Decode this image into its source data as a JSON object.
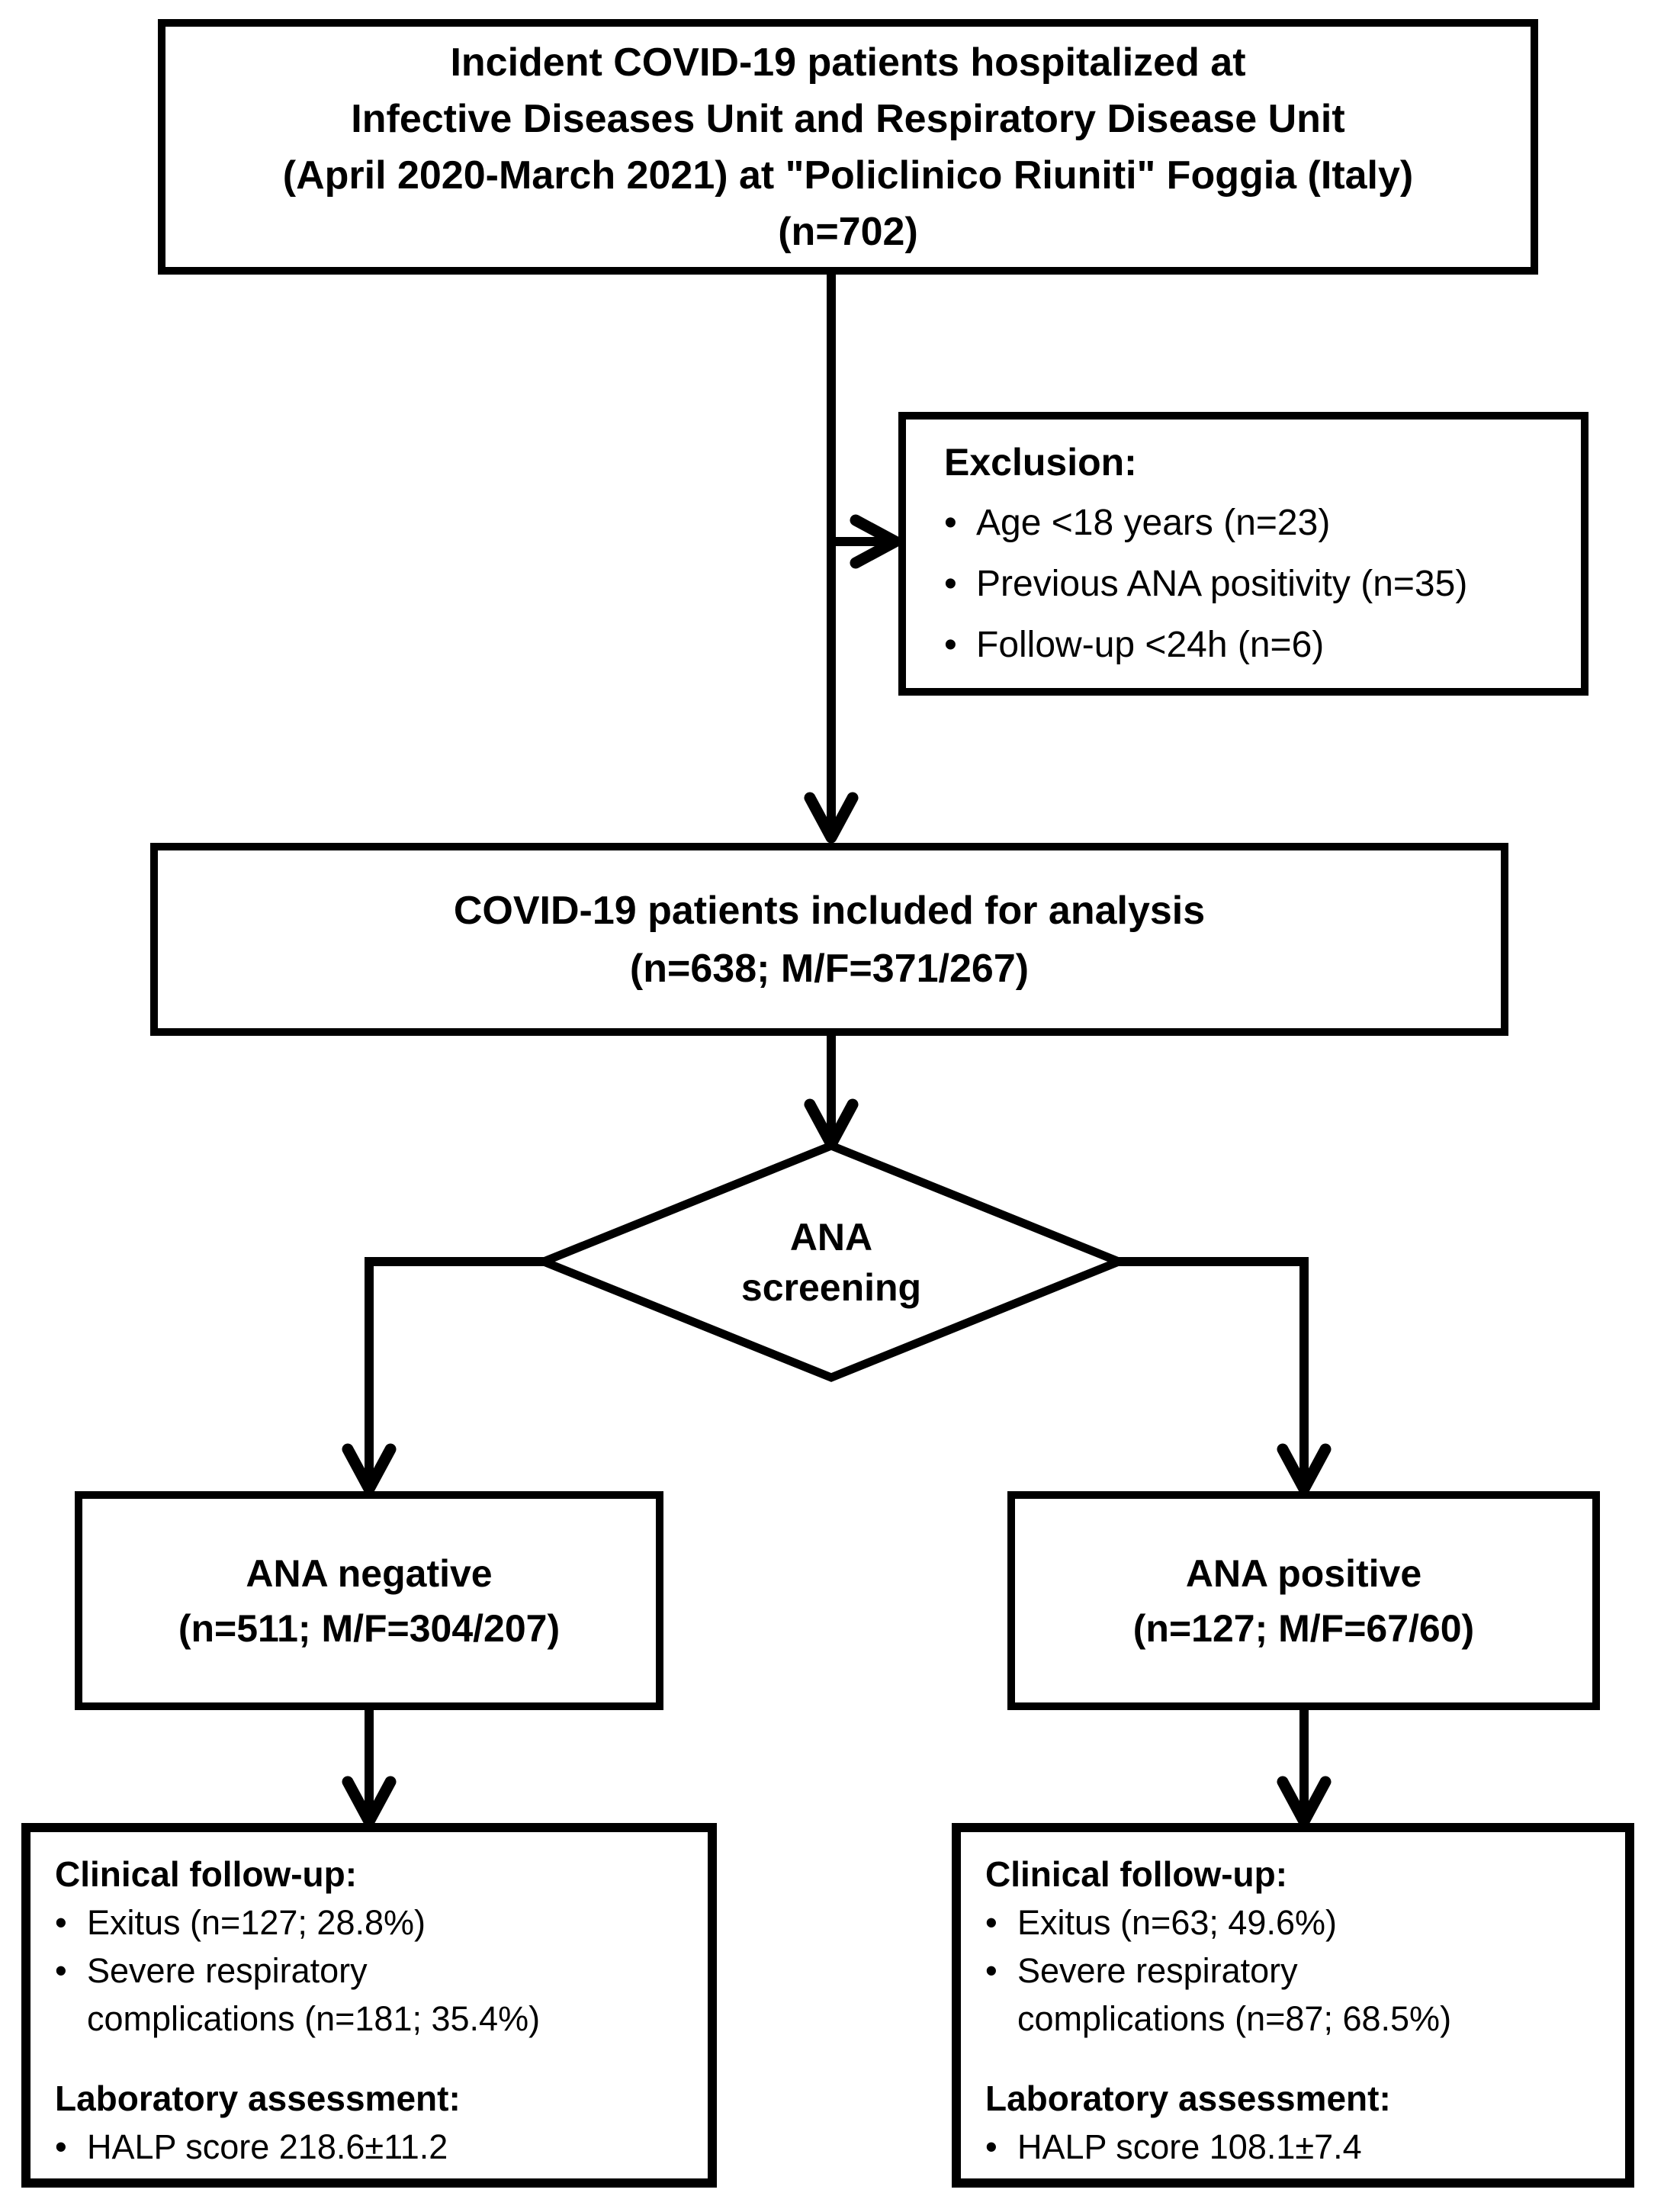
{
  "colors": {
    "ink": "#000000",
    "paper": "#ffffff"
  },
  "glyphs": {
    "bullet": "•"
  },
  "enrollment_box": {
    "lines": [
      "Incident COVID-19 patients hospitalized at",
      "Infective Diseases Unit and Respiratory Disease Unit",
      "(April 2020-March 2021) at \"Policlinico Riuniti\" Foggia (Italy)",
      "(n=702)"
    ]
  },
  "exclusion_box": {
    "title": "Exclusion:",
    "items": [
      "Age <18 years (n=23)",
      "Previous ANA positivity (n=35)",
      "Follow-up <24h (n=6)"
    ]
  },
  "included_box": {
    "lines": [
      "COVID-19 patients included for analysis",
      "(n=638; M/F=371/267)"
    ]
  },
  "decision_diamond": {
    "lines": [
      "ANA",
      "screening"
    ]
  },
  "ana_negative_box": {
    "lines": [
      "ANA negative",
      "(n=511; M/F=304/207)"
    ]
  },
  "ana_positive_box": {
    "lines": [
      "ANA positive",
      "(n=127; M/F=67/60)"
    ]
  },
  "followup_negative_box": {
    "clinical_title": "Clinical follow-up:",
    "exitus": "Exitus (n=127; 28.8%)",
    "severe_line1": "Severe respiratory",
    "severe_line2": "complications (n=181; 35.4%)",
    "lab_title": "Laboratory assessment:",
    "halp": "HALP score 218.6±11.2"
  },
  "followup_positive_box": {
    "clinical_title": "Clinical follow-up:",
    "exitus": "Exitus (n=63; 49.6%)",
    "severe_line1": "Severe respiratory",
    "severe_line2": "complications (n=87; 68.5%)",
    "lab_title": "Laboratory assessment:",
    "halp": "HALP score 108.1±7.4"
  }
}
